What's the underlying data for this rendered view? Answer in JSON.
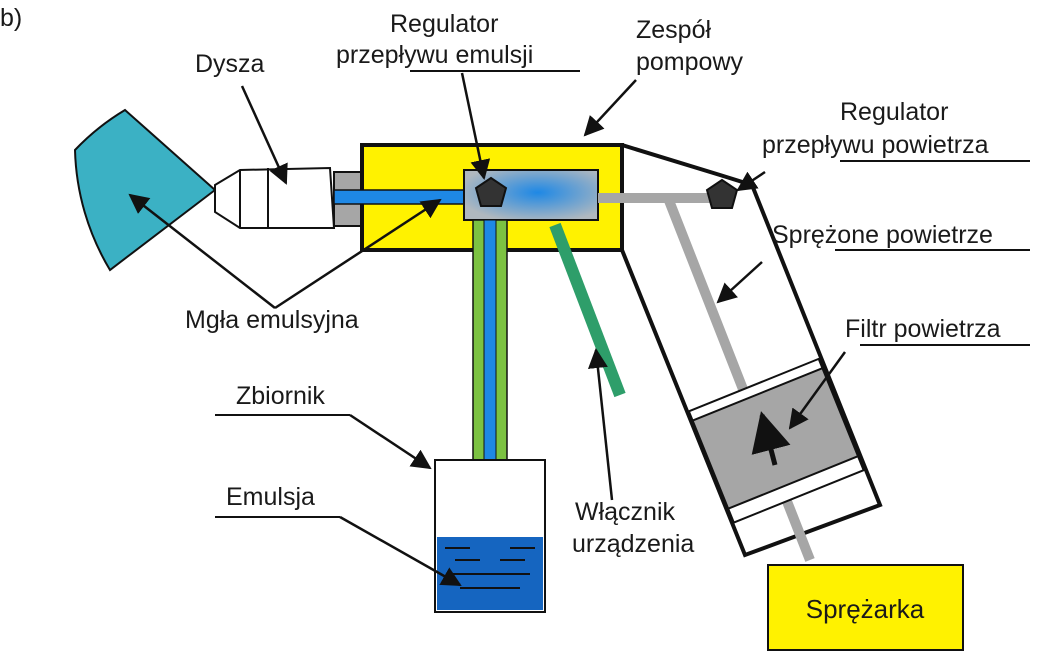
{
  "figure_label": "b)",
  "labels": {
    "nozzle": "Dysza",
    "emulsion_flow_regulator": [
      "Regulator",
      "przepływu emulsji"
    ],
    "pump_unit": [
      "Zespół",
      "pompowy"
    ],
    "air_flow_regulator": [
      "Regulator",
      "przepływu powietrza"
    ],
    "compressed_air": "Sprężone powietrze",
    "air_filter": "Filtr powietrza",
    "emulsion_mist": "Mgła emulsyjna",
    "tank": "Zbiornik",
    "emulsion": "Emulsja",
    "device_switch": [
      "Włącznik",
      "urządzenia"
    ],
    "compressor": "Sprężarka"
  },
  "colors": {
    "mist": "#3bb1c4",
    "pump_body": "#fff200",
    "emulsion_line": "#1e88e5",
    "suction_tube": "#7cc242",
    "switch": "#2e9e6a",
    "air_line": "#a6a6a6",
    "filter": "#a6a6a6",
    "tank_liquid": "#1565c0",
    "regulator": "#333333",
    "compressor": "#fff200"
  }
}
